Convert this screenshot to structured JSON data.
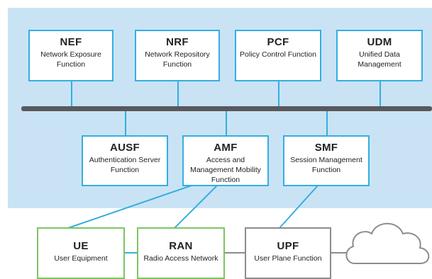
{
  "colors": {
    "panel": "#c9e3f5",
    "core_border": "#35aee0",
    "ran_border": "#7cc462",
    "upf_border": "#8c8c8c",
    "bus": "#58595b"
  },
  "top_row": [
    {
      "abbr": "NEF",
      "full": "Network Exposure Function"
    },
    {
      "abbr": "NRF",
      "full": "Network Repository Function"
    },
    {
      "abbr": "PCF",
      "full": "Policy Control Function"
    },
    {
      "abbr": "UDM",
      "full": "Unified Data Management"
    }
  ],
  "middle_row": [
    {
      "abbr": "AUSF",
      "full": "Authentication Server Function"
    },
    {
      "abbr": "AMF",
      "full": "Access and Management Mobility Function"
    },
    {
      "abbr": "SMF",
      "full": "Session Management Function"
    }
  ],
  "bottom_row": [
    {
      "abbr": "UE",
      "full": "User Equipment"
    },
    {
      "abbr": "RAN",
      "full": "Radio Access Network"
    },
    {
      "abbr": "UPF",
      "full": "User Plane Function"
    }
  ],
  "icons": {
    "data_network": "cloud-icon"
  }
}
